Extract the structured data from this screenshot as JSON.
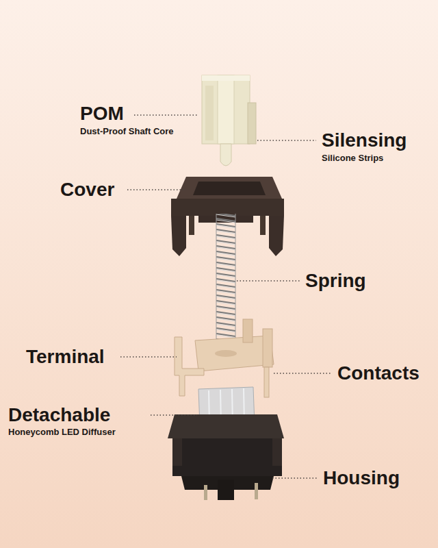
{
  "diagram": {
    "labels": [
      "POM",
      "Dust-Proof Shaft Core",
      "Silensing",
      "Silicone Strips",
      "Cover",
      "Spring",
      "Terminal",
      "Contacts",
      "Detachable",
      "Honeycomb LED Diffuser",
      "Housing"
    ]
  }
}
